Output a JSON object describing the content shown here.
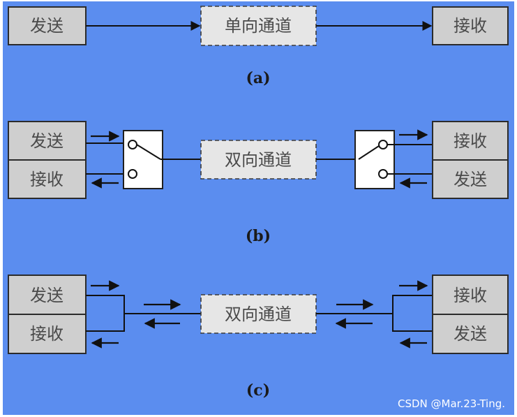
{
  "labels": {
    "send": "发送",
    "recv": "接收",
    "simplex_channel": "单向通道",
    "duplex_channel": "双向通道"
  },
  "captions": {
    "a": "(a)",
    "b": "(b)",
    "c": "(c)"
  },
  "watermark": "CSDN @Mar.23-Ting.",
  "colors": {
    "background": "#5b8def",
    "block_fill": "#cfcfcf",
    "channel_fill": "#e6e6e6",
    "line": "#111111"
  }
}
